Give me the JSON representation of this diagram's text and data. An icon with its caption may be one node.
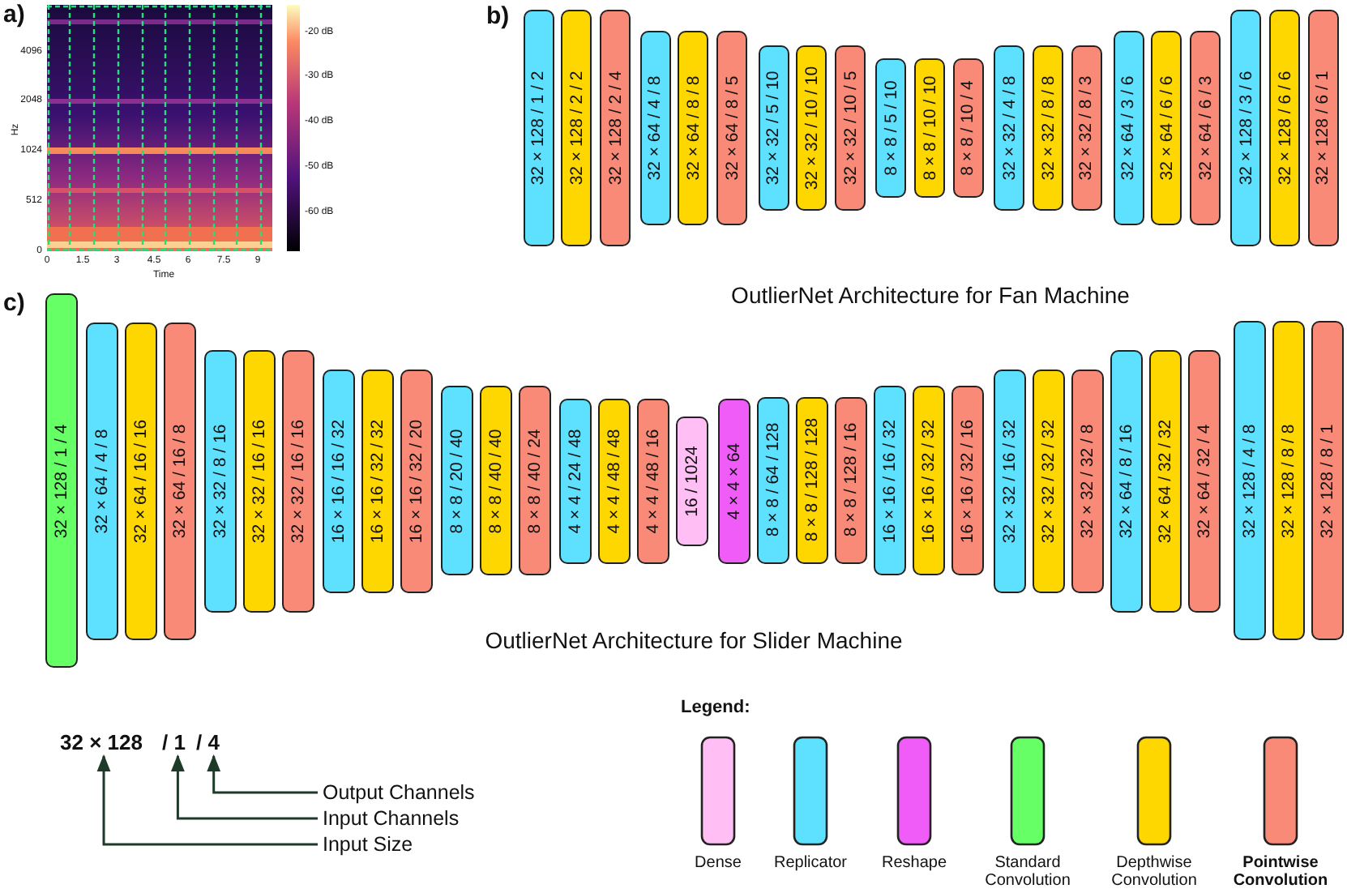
{
  "diagram": {
    "nodes": [
      {
        "text": [
          "32 × 128 / 1 / 2"
        ]
      },
      {
        "text": [
          "32 × 128 / 2 / 2"
        ]
      },
      {
        "text": [
          "32 × 128 / 2 / 4"
        ]
      },
      {
        "text": [
          "32 × 64 / 4 / 8"
        ]
      },
      {
        "text": [
          "32 × 64 / 8 / 8"
        ]
      },
      {
        "text": [
          "32 × 64 / 8 / 5"
        ]
      },
      {
        "text": [
          "32 × 32 / 5 / 10"
        ]
      },
      {
        "text": [
          "32 × 32 / 10 / 10"
        ]
      },
      {
        "text": [
          "32 × 32 / 10 / 5"
        ]
      },
      {
        "text": [
          "8 × 8 / 5 / 10"
        ]
      },
      {
        "text": [
          "8 × 8 / 10 / 10"
        ]
      },
      {
        "text": [
          "8 × 8 / 10 / 4"
        ]
      },
      {
        "text": [
          "32 × 32 / 4 / 8"
        ]
      },
      {
        "text": [
          "32 × 32 / 8 / 8"
        ]
      },
      {
        "text": [
          "32 × 32 / 8 / 3"
        ]
      },
      {
        "text": [
          "32 × 64 / 3 / 6"
        ]
      },
      {
        "text": [
          "32 × 64 / 6 / 6"
        ]
      },
      {
        "text": [
          "32 × 64 / 6 / 3"
        ]
      },
      {
        "text": [
          "32 × 128 / 3 / 6"
        ]
      },
      {
        "text": [
          "32 × 128 / 6 / 6"
        ]
      },
      {
        "text": [
          "32 × 128 / 6 / 1"
        ]
      },
      {
        "text": [
          "32 × 128 / 1 / 4"
        ]
      },
      {
        "text": [
          "32 × 64 / 4 / 8"
        ]
      },
      {
        "text": [
          "32 × 64 / 16 / 16"
        ]
      },
      {
        "text": [
          "32 × 64 / 16 / 8"
        ]
      },
      {
        "text": [
          "32 × 32 / 8 / 16"
        ]
      },
      {
        "text": [
          "32 × 32 / 16 / 16"
        ]
      },
      {
        "text": [
          "32 × 32 / 16 / 16"
        ]
      },
      {
        "text": [
          "16 × 16 / 16 / 32"
        ]
      },
      {
        "text": [
          "16 × 16 / 32 / 32"
        ]
      },
      {
        "text": [
          "16 × 16 / 32 / 20"
        ]
      },
      {
        "text": [
          "8 × 8 / 20 / 40"
        ]
      },
      {
        "text": [
          "8 × 8 / 40 / 40"
        ]
      },
      {
        "text": [
          "8 × 8 / 40 / 24"
        ]
      },
      {
        "text": [
          "4 × 4 / 24 / 48"
        ]
      },
      {
        "text": [
          "4 × 4 / 48 / 48"
        ]
      },
      {
        "text": [
          "4 × 4 / 48 / 16"
        ]
      },
      {
        "text": [
          "16 / 1024"
        ]
      },
      {
        "text": [
          "4 × 4 × 64"
        ]
      },
      {
        "text": [
          "8 × 8 / 64 / 128"
        ]
      },
      {
        "text": [
          "8 × 8 / 128 / 128"
        ]
      },
      {
        "text": [
          "8 × 8 / 128 / 16"
        ]
      },
      {
        "text": [
          "16 × 16 / 16 / 32"
        ]
      },
      {
        "text": [
          "16 × 16 / 32 / 32"
        ]
      },
      {
        "text": [
          "16 × 16 / 32 / 16"
        ]
      },
      {
        "text": [
          "32 × 32 / 16 / 32"
        ]
      },
      {
        "text": [
          "32 × 32 / 32 / 32"
        ]
      },
      {
        "text": [
          "32 × 32 / 32 / 8"
        ]
      },
      {
        "text": [
          "32 × 64 / 8 / 16"
        ]
      },
      {
        "text": [
          "32 × 64 / 32 / 32"
        ]
      },
      {
        "text": [
          "32 × 64 / 32 / 4"
        ]
      },
      {
        "text": [
          "32 × 128 / 4 / 8"
        ]
      },
      {
        "text": [
          "32 × 128 / 8 / 8"
        ]
      },
      {
        "text": [
          "32 × 128 / 8 / 1"
        ]
      },
      {
        "text": [
          "32 × 128"
        ]
      },
      {
        "text": [
          "/ 1"
        ]
      },
      {
        "text": [
          "/ 4"
        ]
      },
      {
        "text": [
          "Output Channels"
        ]
      },
      {
        "text": [
          "Input Channels"
        ]
      },
      {
        "text": [
          "Input Size"
        ]
      }
    ],
    "edges": [
      {
        "from": 57,
        "to": 56,
        "arrow": "to"
      },
      {
        "from": 58,
        "to": 55,
        "arrow": "to"
      },
      {
        "from": 59,
        "to": 54,
        "arrow": "to"
      }
    ],
    "labels": [
      "a)",
      "4096",
      "2048",
      "1024",
      "512",
      "0",
      "Hz",
      "0",
      "1.5",
      "3",
      "4.5",
      "6",
      "7.5",
      "9",
      "Time",
      "-20 dB",
      "-30 dB",
      "-40 dB",
      "-50 dB",
      "-60 dB",
      "b)",
      "OutlierNet Architecture for Fan Machine",
      "c)",
      "OutlierNet Architecture for Slider Machine",
      "Legend:"
    ],
    "legend": [
      {
        "text": "Dense",
        "color": "#ffbff5"
      },
      {
        "text": "Replicator",
        "color": "#5ee0ff"
      },
      {
        "text": "Reshape",
        "color": "#f05cf8"
      },
      {
        "text": "Standard Convolution",
        "color": "#66ff66"
      },
      {
        "text": "Depthwise Convolution",
        "color": "#ffd700"
      },
      {
        "text": "Pointwise Convolution",
        "color": "#fa8a78"
      }
    ]
  }
}
